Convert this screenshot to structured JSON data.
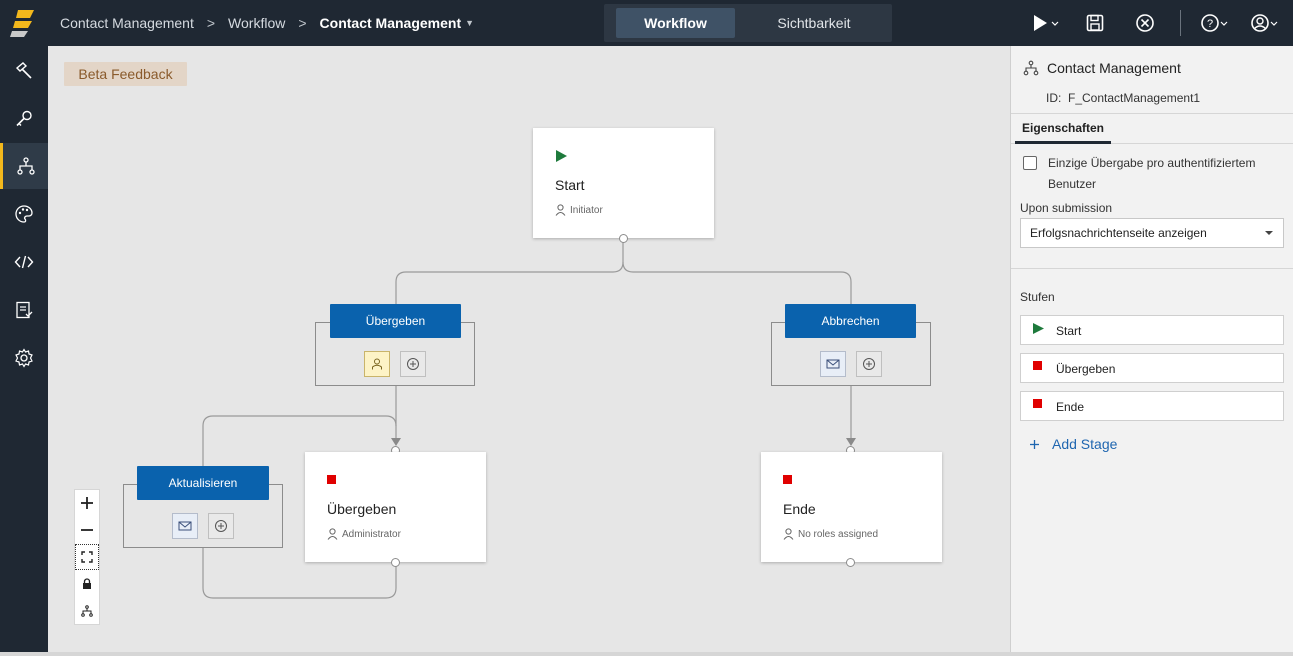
{
  "breadcrumb": [
    "Contact Management",
    "Workflow",
    "Contact Management"
  ],
  "mode_tabs": [
    "Workflow",
    "Sichtbarkeit"
  ],
  "beta_label": "Beta Feedback",
  "nodes": {
    "start": {
      "title": "Start",
      "role": "Initiator"
    },
    "submit": {
      "title": "Übergeben",
      "role": "Administrator"
    },
    "end": {
      "title": "Ende",
      "role": "No roles assigned"
    }
  },
  "actions": {
    "submit": "Übergeben",
    "cancel": "Abbrechen",
    "update": "Aktualisieren"
  },
  "panel": {
    "title": "Contact Management",
    "id_label": "ID:",
    "id_value": "F_ContactManagement1",
    "tab": "Eigenschaften",
    "checkbox_label": "Einzige Übergabe pro authentifiziertem Benutzer",
    "submission_label": "Upon submission",
    "submission_value": "Erfolgsnachrichtenseite anzeigen",
    "stages_label": "Stufen",
    "stages": [
      "Start",
      "Übergeben",
      "Ende"
    ],
    "add_stage": "Add Stage"
  },
  "colors": {
    "topbar": "#1f2833",
    "accent": "#f3b81c",
    "action_blue": "#0a62ad",
    "end_red": "#e00000",
    "start_green": "#1e7a3c"
  }
}
